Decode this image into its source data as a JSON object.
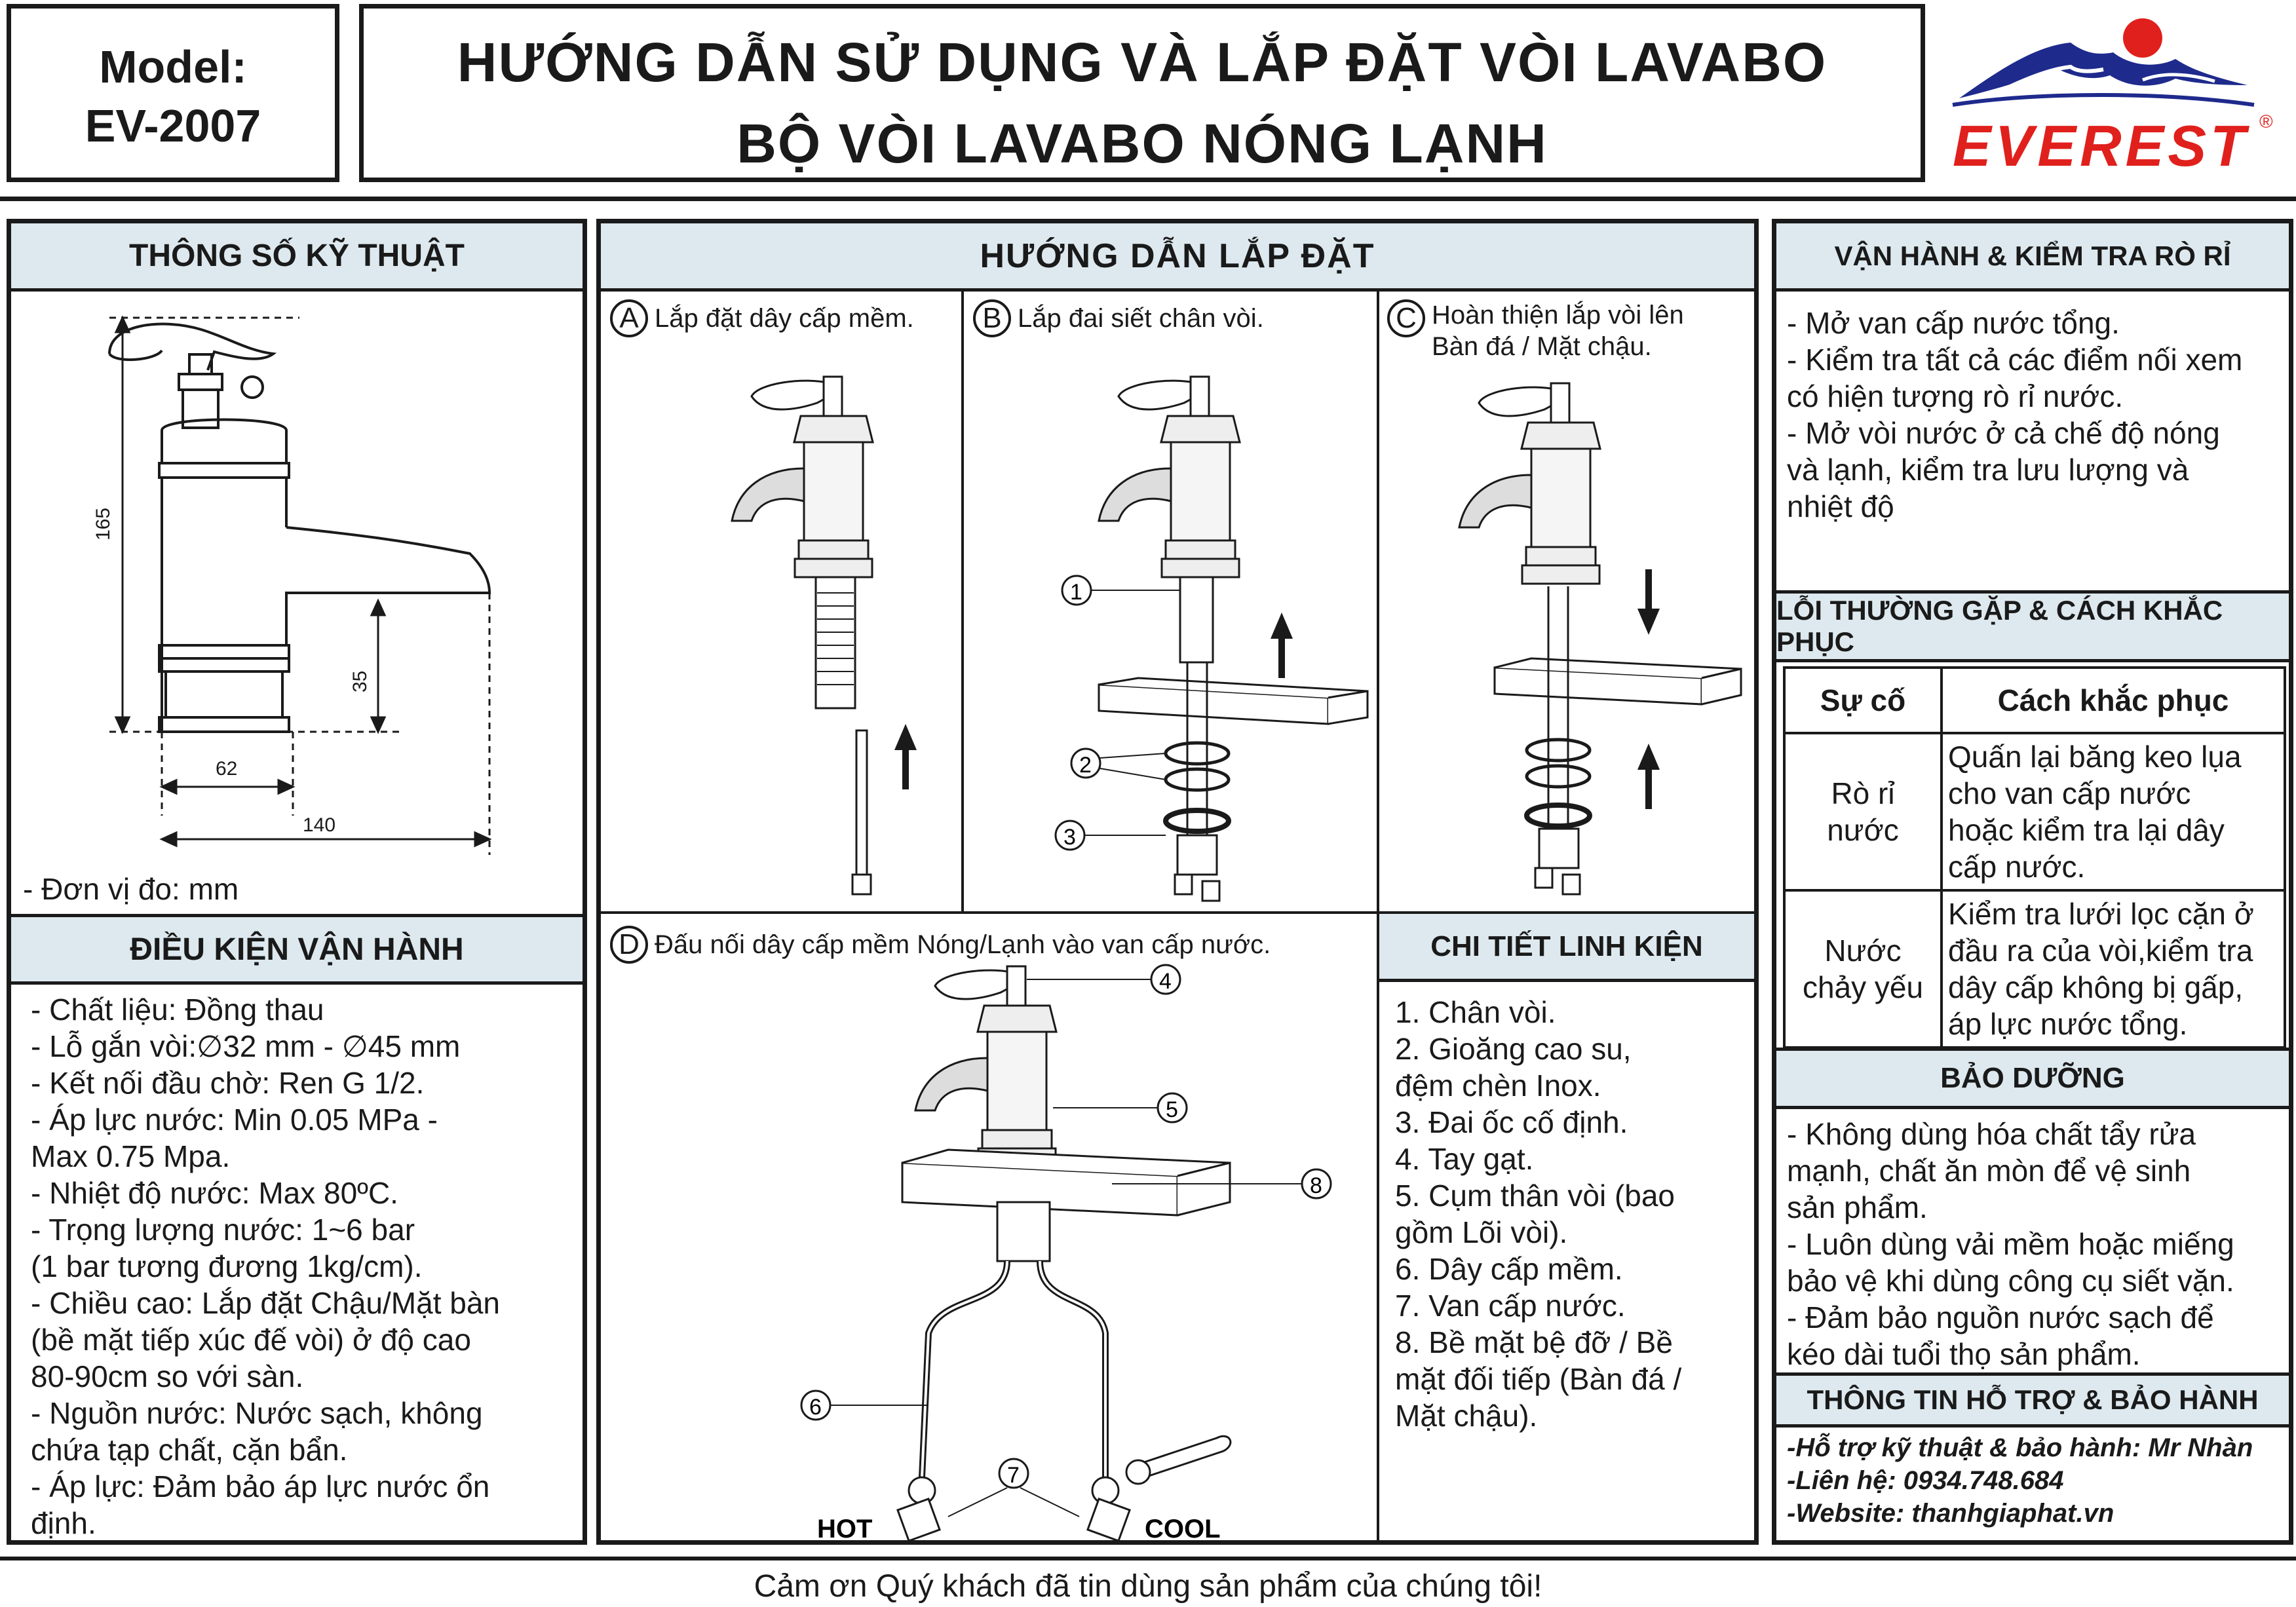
{
  "header": {
    "model_label": "Model:",
    "model_code": "EV-2007",
    "title_line1": "HƯỚNG DẪN SỬ DỤNG VÀ LẮP ĐẶT VÒI LAVABO",
    "title_line2": "BỘ VÒI LAVABO NÓNG LẠNH",
    "brand": "EVEREST",
    "brand_mark": "®",
    "colors": {
      "brand_red": "#e0201c",
      "brand_blue": "#1e2a8c",
      "header_fill": "#dde9ef"
    }
  },
  "specs": {
    "title": "THÔNG SỐ KỸ THUẬT",
    "dims": {
      "height": "165",
      "spout_height": "35",
      "base": "62",
      "length": "140"
    },
    "unit_note": "- Đơn vị đo: mm"
  },
  "operating": {
    "title": "ĐIỀU KIỆN VẬN HÀNH",
    "lines": [
      "- Chất liệu: Đồng thau",
      "- Lỗ gắn vòi:∅32 mm - ∅45 mm",
      "- Kết nối đầu chờ: Ren G 1/2.",
      "- Áp lực nước: Min 0.05 MPa -",
      "Max 0.75 Mpa.",
      "- Nhiệt độ nước: Max 80ºC.",
      "- Trọng lượng nước: 1~6 bar",
      "(1 bar tương đương 1kg/cm).",
      "- Chiều cao: Lắp đặt Chậu/Mặt bàn",
      "(bề mặt tiếp xúc đế vòi) ở độ cao",
      "80-90cm so với sàn.",
      "- Nguồn nước: Nước sạch, không",
      "chứa tạp chất, cặn bẩn.",
      "- Áp lực: Đảm bảo áp lực nước ổn",
      "định."
    ]
  },
  "install": {
    "title": "HƯỚNG DẪN LẮP ĐẶT",
    "step_a": {
      "letter": "A",
      "caption": "Lắp đặt dây cấp mềm."
    },
    "step_b": {
      "letter": "B",
      "caption": "Lắp đai siết chân vòi."
    },
    "step_c": {
      "letter": "C",
      "caption1": "Hoàn thiện lắp vòi lên",
      "caption2": "Bàn đá / Mặt chậu."
    },
    "step_d": {
      "letter": "D",
      "caption": "Đấu nối dây cấp mềm Nóng/Lạnh vào van cấp nước.",
      "hot": "HOT",
      "cool": "COOL"
    },
    "callouts": [
      "1",
      "2",
      "3",
      "4",
      "5",
      "6",
      "7",
      "8"
    ]
  },
  "parts": {
    "title": "CHI TIẾT LINH KIỆN",
    "lines": [
      "1. Chân vòi.",
      "2. Gioăng cao su,",
      "đệm chèn Inox.",
      "3. Đai ốc cố định.",
      "4. Tay gạt.",
      "5. Cụm thân vòi (bao",
      "gồm Lõi vòi).",
      "6. Dây cấp mềm.",
      "7. Van cấp nước.",
      "8. Bề mặt bệ đỡ / Bề",
      "mặt đối tiếp (Bàn đá /",
      "Mặt chậu)."
    ]
  },
  "leak_check": {
    "title": "VẬN HÀNH & KIỂM TRA RÒ RỈ",
    "lines": [
      "- Mở van cấp nước tổng.",
      "- Kiểm tra tất cả các điểm nối xem",
      "có hiện tượng rò rỉ nước.",
      "- Mở vòi nước ở cả chế độ nóng",
      "và lạnh, kiểm tra lưu lượng và",
      "nhiệt độ"
    ]
  },
  "troubleshoot": {
    "title": "LỖI THƯỜNG GẶP & CÁCH KHẮC PHỤC",
    "col_issue": "Sự cố",
    "col_fix": "Cách khắc phục",
    "rows": [
      {
        "issue1": "Rò rỉ",
        "issue2": "nước",
        "fix": [
          "Quấn lại băng keo lụa",
          "cho van cấp nước",
          "hoặc kiểm tra lại dây",
          "cấp nước."
        ]
      },
      {
        "issue1": "Nước",
        "issue2": "chảy yếu",
        "fix": [
          "Kiểm tra lưới lọc cặn ở",
          "đầu ra của vòi,kiểm tra",
          "dây cấp không bị gấp,",
          "áp lực nước tổng."
        ]
      }
    ]
  },
  "maintenance": {
    "title": "BẢO DƯỠNG",
    "lines": [
      "- Không dùng hóa chất tẩy rửa",
      "mạnh, chất ăn mòn để vệ sinh",
      "sản phẩm.",
      "- Luôn dùng vải mềm hoặc miếng",
      "bảo vệ khi dùng công cụ siết vặn.",
      "- Đảm bảo nguồn nước sạch để",
      "kéo dài tuổi thọ sản phẩm."
    ]
  },
  "support": {
    "title": "THÔNG TIN HỖ TRỢ & BẢO HÀNH",
    "lines": [
      "-Hỗ trợ kỹ thuật & bảo hành: Mr Nhàn",
      "-Liên hệ: 0934.748.684",
      "-Website: thanhgiaphat.vn"
    ]
  },
  "footer": {
    "thanks": "Cảm ơn Quý khách đã tin dùng sản phẩm của chúng tôi!"
  }
}
